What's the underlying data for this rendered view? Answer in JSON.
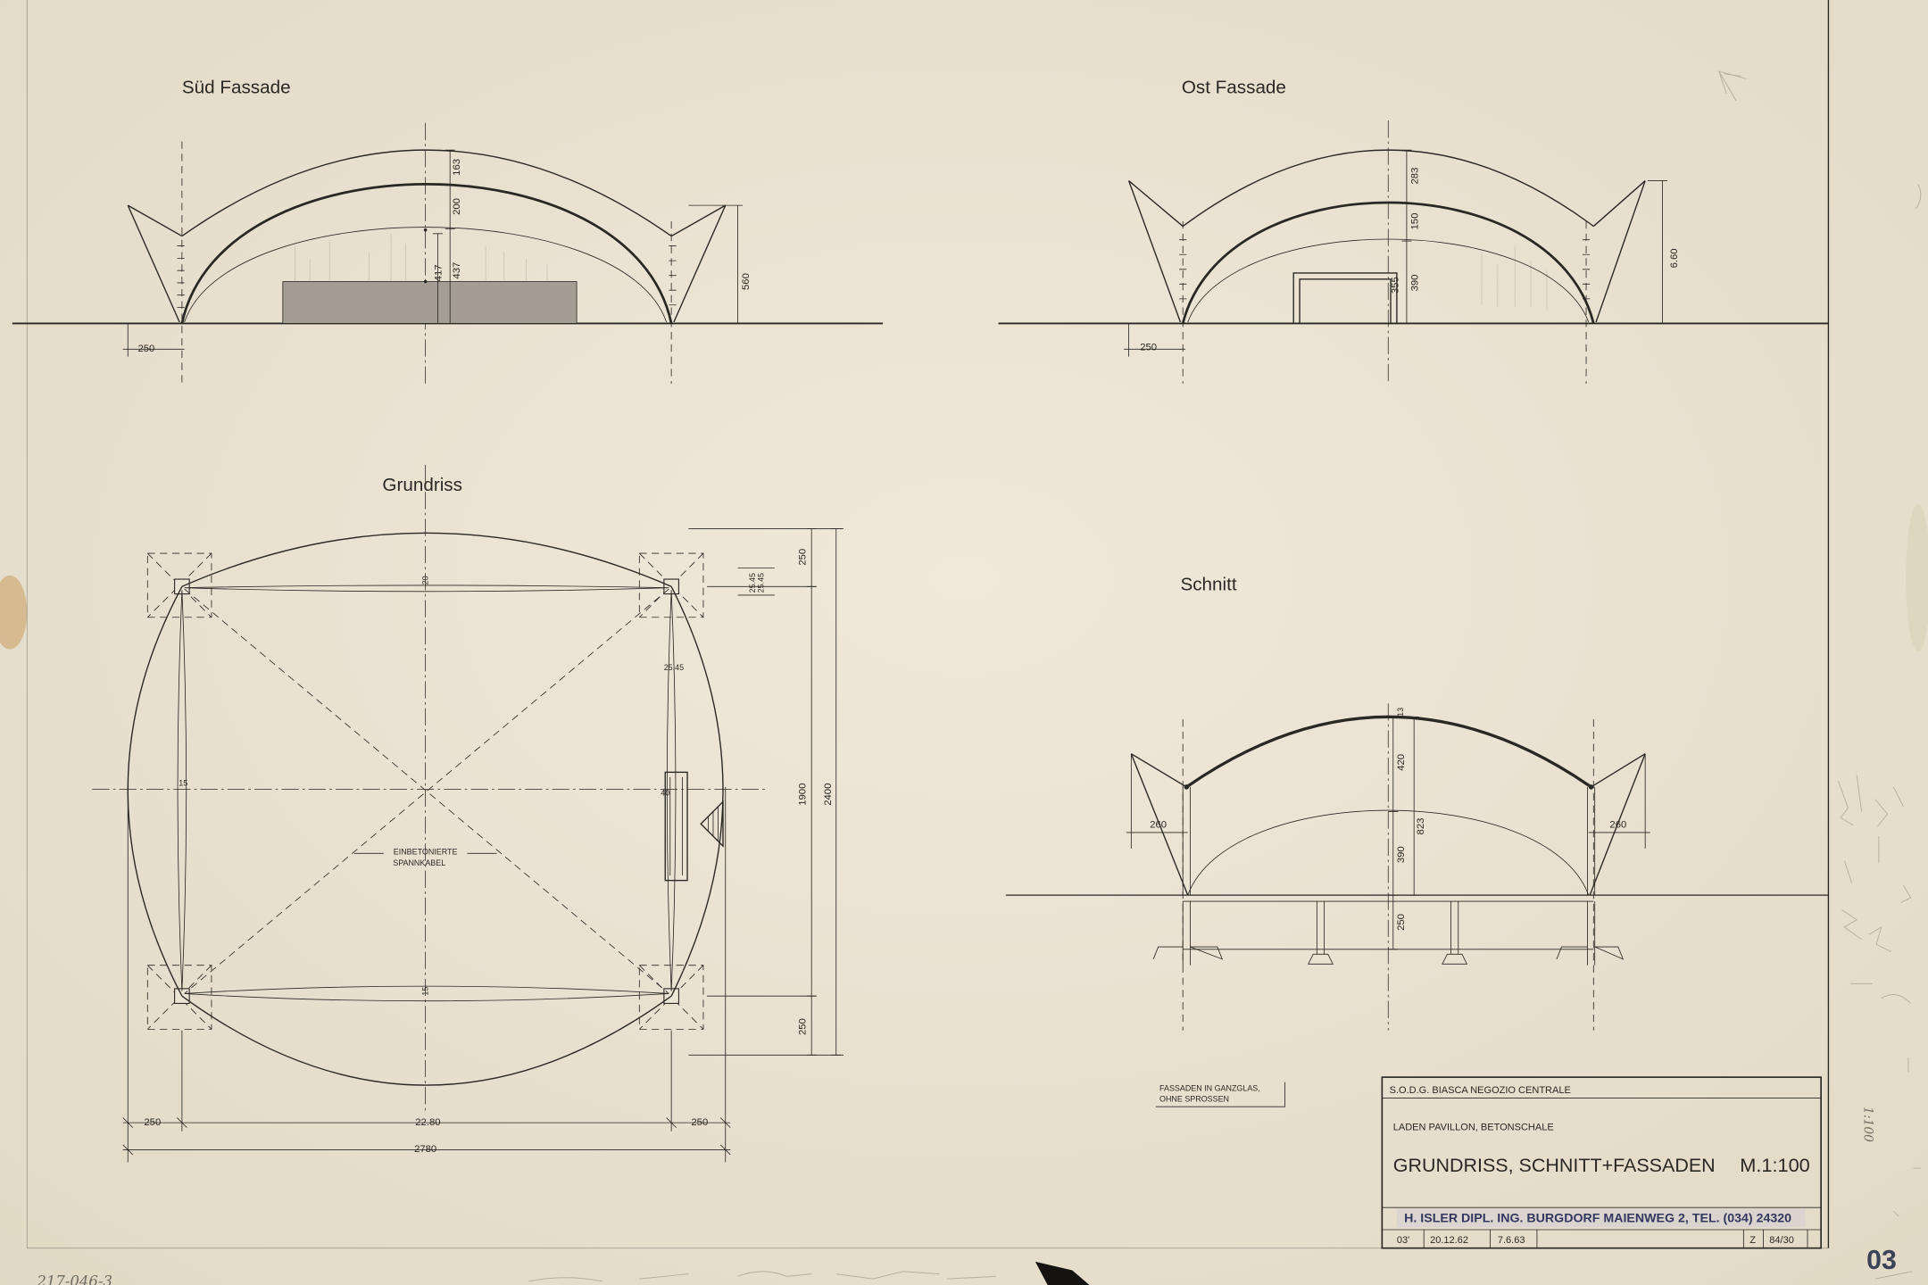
{
  "sued_fassade": {
    "title": "Süd Fassade",
    "dim_labels": [
      "163",
      "200",
      "417",
      "437",
      "560",
      "250"
    ]
  },
  "ost_fassade": {
    "title": "Ost Fassade",
    "dim_labels": [
      "283",
      "150",
      "355",
      "390",
      "6.60",
      "250"
    ]
  },
  "grundriss": {
    "title": "Grundriss",
    "dim_labels": [
      "250",
      "1900",
      "2400",
      "250",
      "250",
      "22.80",
      "250",
      "2780",
      "25.45",
      "25.45",
      "25.45"
    ],
    "axis_marks": [
      "20",
      "15",
      "40",
      "15"
    ],
    "annotation": [
      "EINBETONIERTE",
      "SPANNKABEL"
    ]
  },
  "schnitt": {
    "title": "Schnitt",
    "dim_labels": [
      "13",
      "420",
      "823",
      "390",
      "250",
      "260",
      "260"
    ]
  },
  "note": [
    "FASSADEN IN GANZGLAS,",
    "OHNE SPROSSEN"
  ],
  "title_block": {
    "client": "S.O.D.G. BIASCA NEGOZIO CENTRALE",
    "project": "LADEN PAVILLON, BETONSCHALE",
    "title": "GRUNDRISS, SCHNITT+FASSADEN",
    "scale": "M.1:100",
    "office": "H. ISLER DIPL. ING. BURGDORF MAIENWEG 2, TEL. (034) 24320",
    "sheet_code": "03'",
    "date_drawn": "20.12.62",
    "date_revised": "7.6.63",
    "z_label": "Z",
    "drawing_no": "84/30"
  },
  "sheet_number": "03",
  "margin_notes": {
    "archive_ref": "217-046-3",
    "scale_note": "1:100"
  },
  "colors": {
    "paper": "#ebe5d6",
    "ink": "#2a2824",
    "stamp": "#33375f",
    "pencil": "#8f8a7e",
    "stain": "#c99a5e"
  }
}
